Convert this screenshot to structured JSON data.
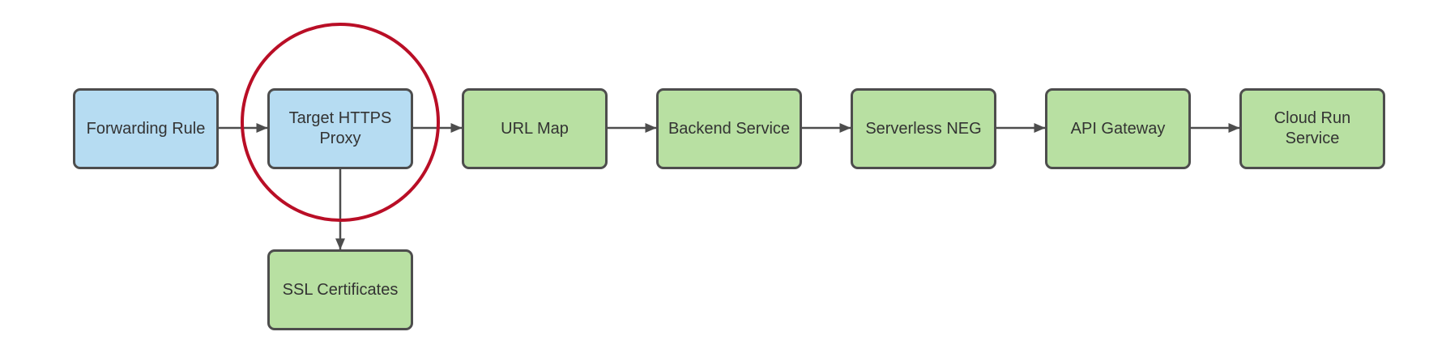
{
  "diagram": {
    "background_color": "#ffffff",
    "colors": {
      "blue_fill": "#b6dcf2",
      "green_fill": "#b8e0a2",
      "node_border": "#4d4d4d",
      "arrow": "#4d4d4d",
      "text": "#333333",
      "highlight_circle": "#b90e26"
    },
    "nodes": [
      {
        "id": "forwarding-rule",
        "label": "Forwarding Rule",
        "fill": "#b6dcf2"
      },
      {
        "id": "target-https-proxy",
        "label": "Target HTTPS Proxy",
        "fill": "#b6dcf2",
        "highlighted": true
      },
      {
        "id": "url-map",
        "label": "URL Map",
        "fill": "#b8e0a2"
      },
      {
        "id": "backend-service",
        "label": "Backend Service",
        "fill": "#b8e0a2"
      },
      {
        "id": "serverless-neg",
        "label": "Serverless NEG",
        "fill": "#b8e0a2"
      },
      {
        "id": "api-gateway",
        "label": "API Gateway",
        "fill": "#b8e0a2"
      },
      {
        "id": "cloud-run-service",
        "label": "Cloud Run Service",
        "fill": "#b8e0a2"
      },
      {
        "id": "ssl-certificates",
        "label": "SSL Certificates",
        "fill": "#b8e0a2"
      }
    ],
    "edges": [
      {
        "from": "forwarding-rule",
        "to": "target-https-proxy",
        "direction": "right"
      },
      {
        "from": "target-https-proxy",
        "to": "url-map",
        "direction": "right"
      },
      {
        "from": "url-map",
        "to": "backend-service",
        "direction": "right"
      },
      {
        "from": "backend-service",
        "to": "serverless-neg",
        "direction": "right"
      },
      {
        "from": "serverless-neg",
        "to": "api-gateway",
        "direction": "right"
      },
      {
        "from": "api-gateway",
        "to": "cloud-run-service",
        "direction": "right"
      },
      {
        "from": "target-https-proxy",
        "to": "ssl-certificates",
        "direction": "down"
      }
    ],
    "annotation": {
      "shape": "circle",
      "target": "target-https-proxy",
      "color": "#b90e26"
    }
  }
}
